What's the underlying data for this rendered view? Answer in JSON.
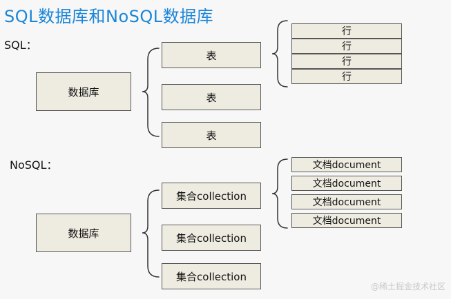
{
  "title": "SQL数据库和NoSQL数据库",
  "sql": {
    "label": "SQL：",
    "database": "数据库",
    "tables": [
      "表",
      "表",
      "表"
    ],
    "rows": [
      "行",
      "行",
      "行",
      "行"
    ]
  },
  "nosql": {
    "label": "NoSQL：",
    "database": "数据库",
    "collections": [
      "集合collection",
      "集合collection",
      "集合collection"
    ],
    "documents": [
      "文档document",
      "文档document",
      "文档document",
      "文档document"
    ]
  },
  "watermark": "@稀土掘金技术社区",
  "colors": {
    "title": "#1a86d8",
    "box_fill": "#eeece1",
    "border": "#555555"
  }
}
